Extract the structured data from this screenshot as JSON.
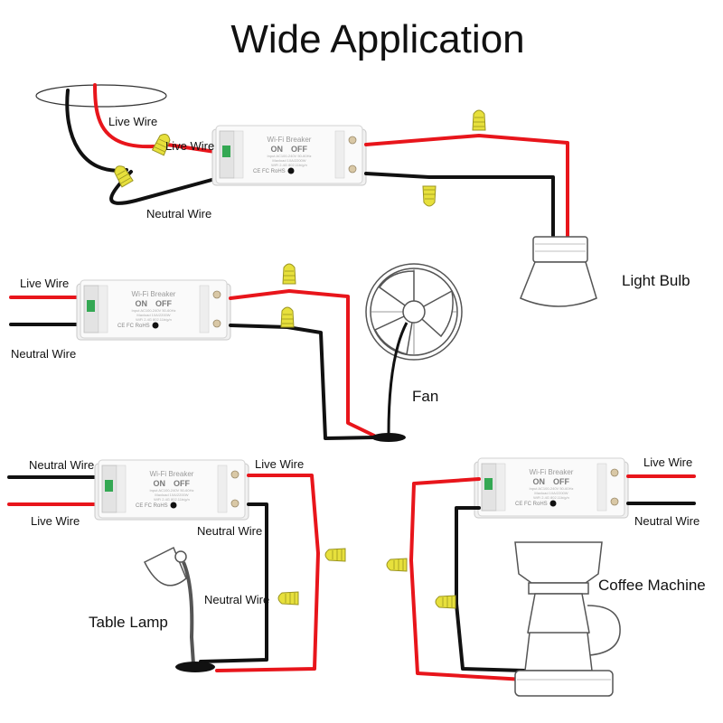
{
  "title": "Wide Application",
  "breaker": {
    "name": "Wi-Fi Breaker",
    "on": "ON",
    "off": "OFF",
    "spec1": "Input AC100-240V 50-60Hz",
    "spec2": "Maxload 10A/2200W",
    "spec3": "WiFi 2.4G 802.11b/g/n",
    "marks": "CE FC RoHS"
  },
  "panels": {
    "light": {
      "labels": [
        "Live Wire",
        "Live Wire",
        "Neutral Wire"
      ],
      "device": "Light Bulb"
    },
    "fan": {
      "labels": [
        "Live Wire",
        "Neutral Wire"
      ],
      "device": "Fan"
    },
    "lamp": {
      "labels": [
        "Neutral Wire",
        "Live Wire",
        "Live Wire",
        "Neutral Wire",
        "Neutral Wire"
      ],
      "device": "Table Lamp"
    },
    "coffee": {
      "labels": [
        "Live Wire",
        "Neutral Wire"
      ],
      "device": "Coffee Machine"
    }
  },
  "colors": {
    "live": "#e8151b",
    "neutral": "#111111",
    "wire_nut": "#e7e03c"
  }
}
